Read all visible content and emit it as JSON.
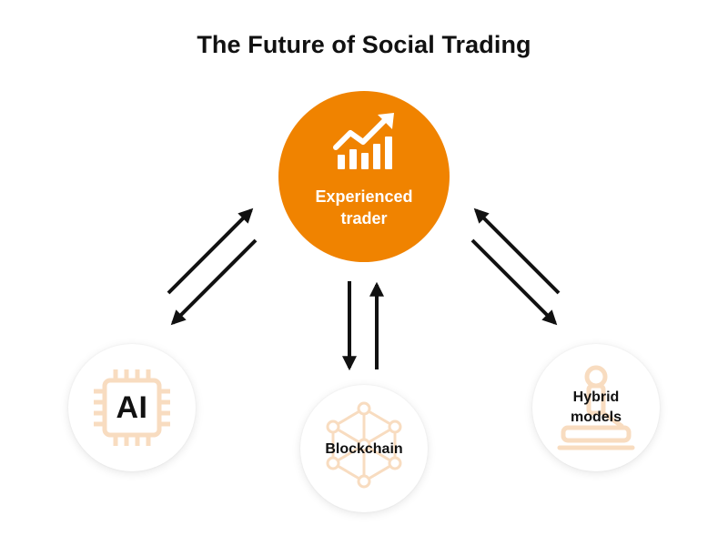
{
  "title": "The Future of Social Trading",
  "colors": {
    "accent": "#f08300",
    "icon_faint": "#f8dcc0",
    "arrow": "#111111"
  },
  "nodes": {
    "main": {
      "label": "Experienced trader",
      "icon": "bar-chart-trend-arrow-icon"
    },
    "ai": {
      "label": "AI",
      "icon": "cpu-chip-icon"
    },
    "blockchain": {
      "label": "Blockchain",
      "icon": "network-cube-icon"
    },
    "hybrid": {
      "label": "Hybrid models",
      "icon": "robot-arm-icon"
    }
  },
  "connections": [
    {
      "from": "ai",
      "to": "main",
      "direction": "both"
    },
    {
      "from": "blockchain",
      "to": "main",
      "direction": "both"
    },
    {
      "from": "hybrid",
      "to": "main",
      "direction": "both"
    }
  ]
}
